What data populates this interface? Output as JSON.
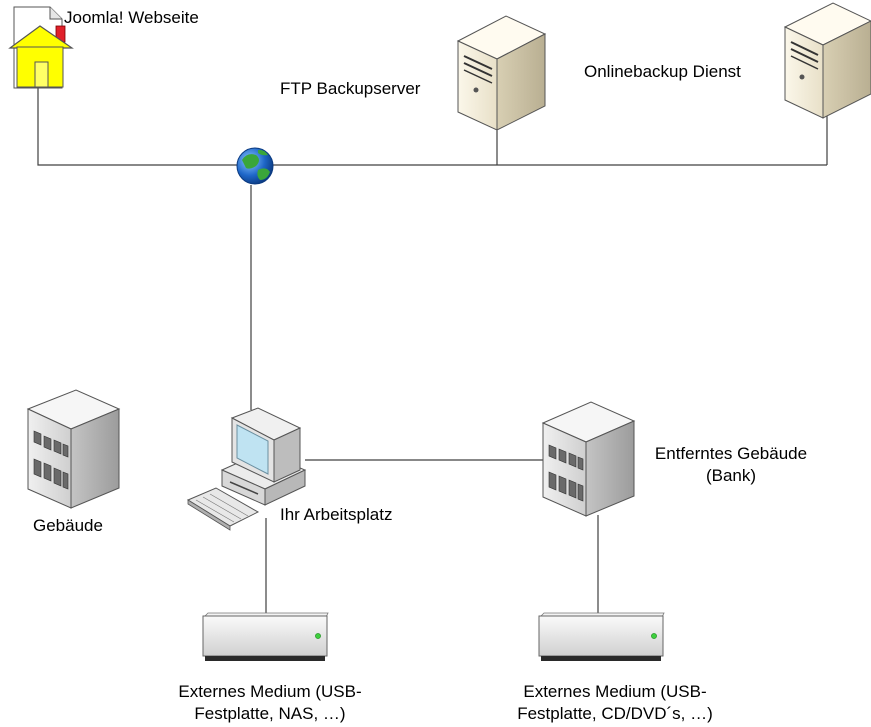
{
  "nodes": {
    "joomla": {
      "label": "Joomla! Webseite"
    },
    "ftp": {
      "label": "FTP Backupserver"
    },
    "online": {
      "label": "Onlinebackup Dienst"
    },
    "gebaeude": {
      "label": "Gebäude"
    },
    "arbeitsplatz": {
      "label": "Ihr Arbeitsplatz"
    },
    "entfernt": {
      "label_line1": "Entferntes Gebäude",
      "label_line2": "(Bank)"
    },
    "medium1": {
      "label_line1": "Externes Medium (USB-",
      "label_line2": "Festplatte, NAS, …)"
    },
    "medium2": {
      "label_line1": "Externes Medium (USB-",
      "label_line2": "Festplatte, CD/DVD´s, …)"
    }
  },
  "colors": {
    "line": "#404040",
    "server_body": "#f2ecd9",
    "building": "#d8d8d8",
    "house_yellow": "#ffff00",
    "globe_blue": "#1e66c8",
    "globe_green": "#3aa63a"
  }
}
